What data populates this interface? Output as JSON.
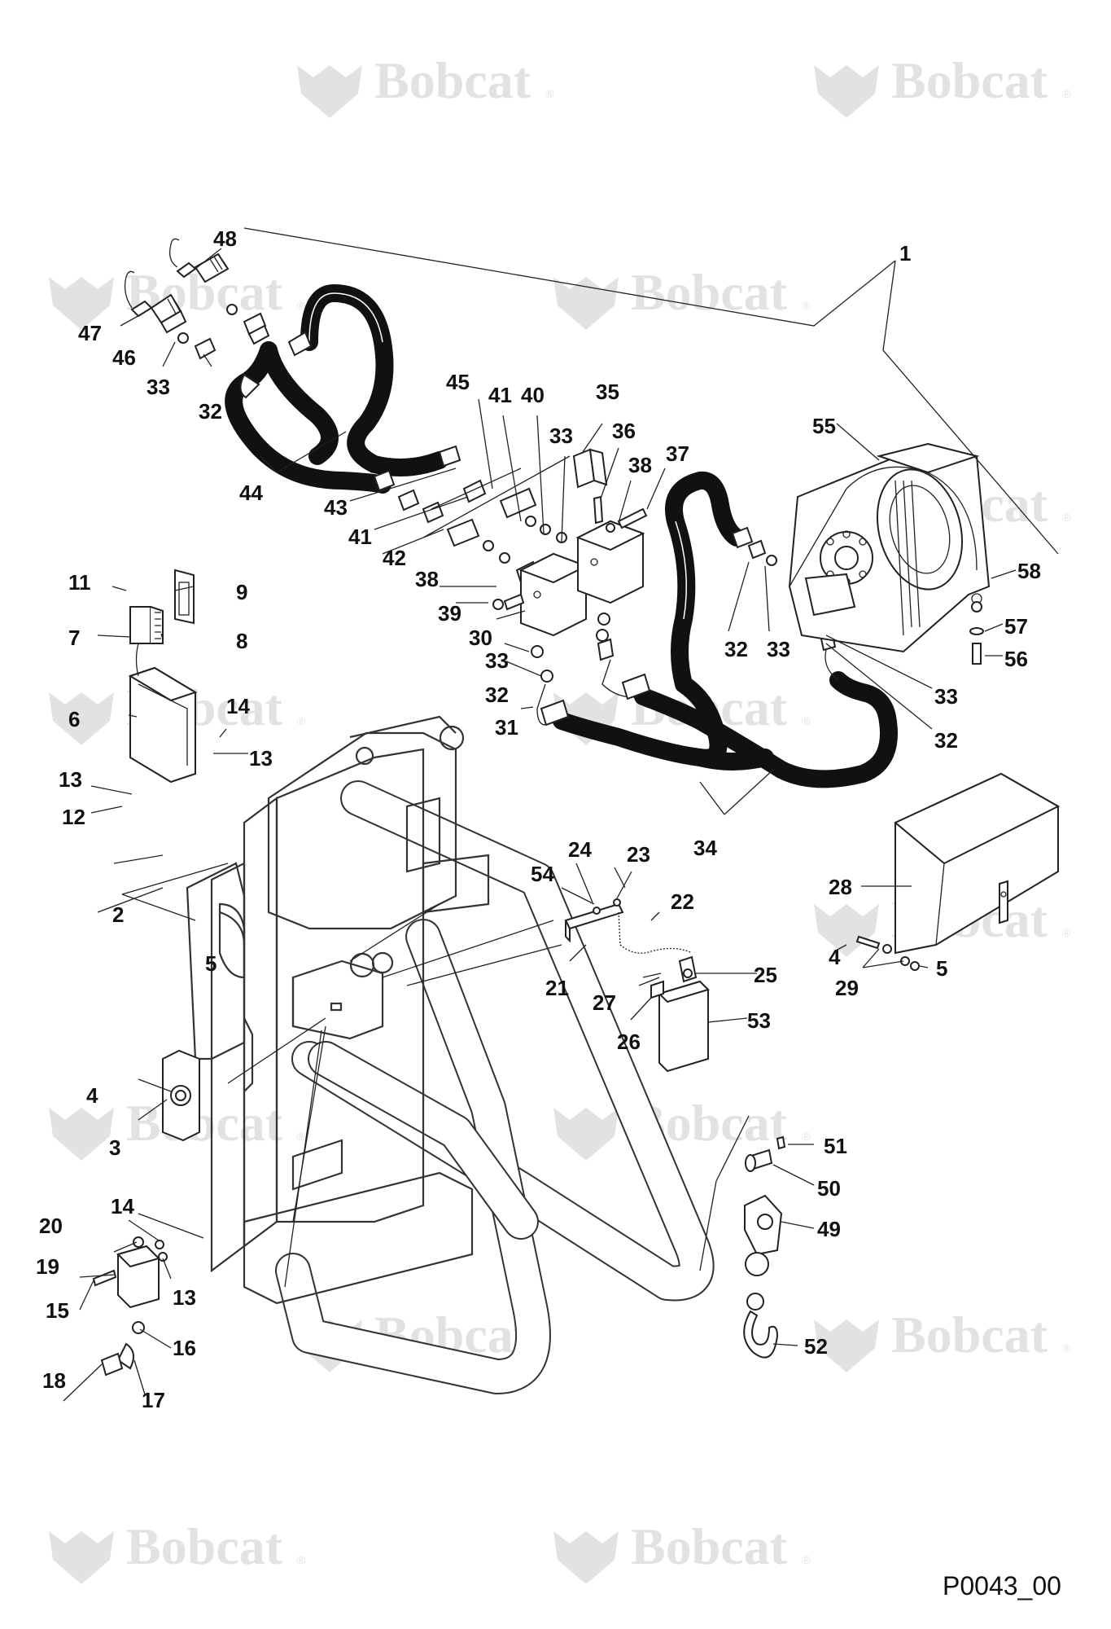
{
  "watermark": {
    "brand": "Bobcat",
    "mark": "®"
  },
  "drawing_code": "P0043_00",
  "callouts": {
    "c1": "1",
    "c2": "2",
    "c3": "3",
    "c4a": "4",
    "c4b": "4",
    "c5a": "5",
    "c5b": "5",
    "c6": "6",
    "c7": "7",
    "c8": "8",
    "c9": "9",
    "c11": "11",
    "c12": "12",
    "c13a": "13",
    "c13b": "13",
    "c13c": "13",
    "c14a": "14",
    "c14b": "14",
    "c15": "15",
    "c16": "16",
    "c17": "17",
    "c18": "18",
    "c19": "19",
    "c20": "20",
    "c21": "21",
    "c22": "22",
    "c23": "23",
    "c24": "24",
    "c25": "25",
    "c26": "26",
    "c27": "27",
    "c28": "28",
    "c29": "29",
    "c30": "30",
    "c31": "31",
    "c32a": "32",
    "c32b": "32",
    "c32c": "32",
    "c32d": "32",
    "c33a": "33",
    "c33b": "33",
    "c33c": "33",
    "c33d": "33",
    "c33e": "33",
    "c34": "34",
    "c35": "35",
    "c36": "36",
    "c37": "37",
    "c38a": "38",
    "c38b": "38",
    "c39": "39",
    "c40": "40",
    "c41a": "41",
    "c41b": "41",
    "c42": "42",
    "c43": "43",
    "c44": "44",
    "c45": "45",
    "c46": "46",
    "c47": "47",
    "c48": "48",
    "c49": "49",
    "c50": "50",
    "c51": "51",
    "c52": "52",
    "c53": "53",
    "c54": "54",
    "c55": "55",
    "c56": "56",
    "c57": "57",
    "c58": "58"
  }
}
